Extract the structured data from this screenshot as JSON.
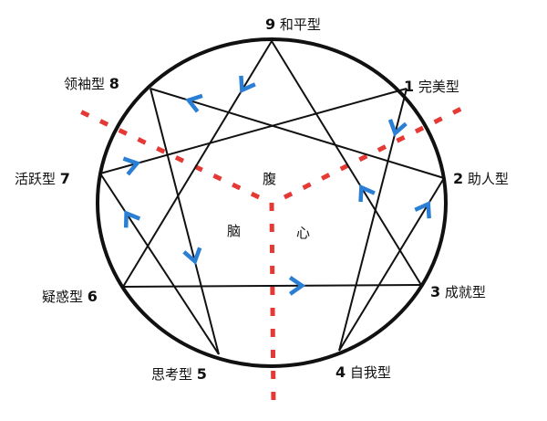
{
  "points": [
    {
      "num": "9",
      "label": "和平型"
    },
    {
      "num": "1",
      "label": "完美型"
    },
    {
      "num": "2",
      "label": "助人型"
    },
    {
      "num": "3",
      "label": "成就型"
    },
    {
      "num": "4",
      "label": "自我型"
    },
    {
      "num": "5",
      "label": "思考型"
    },
    {
      "num": "6",
      "label": "疑惑型"
    },
    {
      "num": "7",
      "label": "活跃型"
    },
    {
      "num": "8",
      "label": "领袖型"
    }
  ],
  "lines": [
    [
      "9",
      "3"
    ],
    [
      "3",
      "6"
    ],
    [
      "6",
      "9"
    ],
    [
      "1",
      "4"
    ],
    [
      "4",
      "2"
    ],
    [
      "2",
      "8"
    ],
    [
      "8",
      "5"
    ],
    [
      "5",
      "7"
    ],
    [
      "7",
      "1"
    ]
  ],
  "arrows": [
    [
      "9",
      "6"
    ],
    [
      "2",
      "8"
    ],
    [
      "1",
      "4"
    ],
    [
      "7",
      "1"
    ],
    [
      "3",
      "9"
    ],
    [
      "4",
      "2"
    ],
    [
      "5",
      "7"
    ],
    [
      "8",
      "5"
    ],
    [
      "6",
      "3"
    ]
  ],
  "centers": {
    "gut": "腹",
    "head": "脑",
    "heart": "心"
  },
  "colors": {
    "line": "#111111",
    "arrow": "#2a7fd4",
    "divider": "#e53935"
  }
}
